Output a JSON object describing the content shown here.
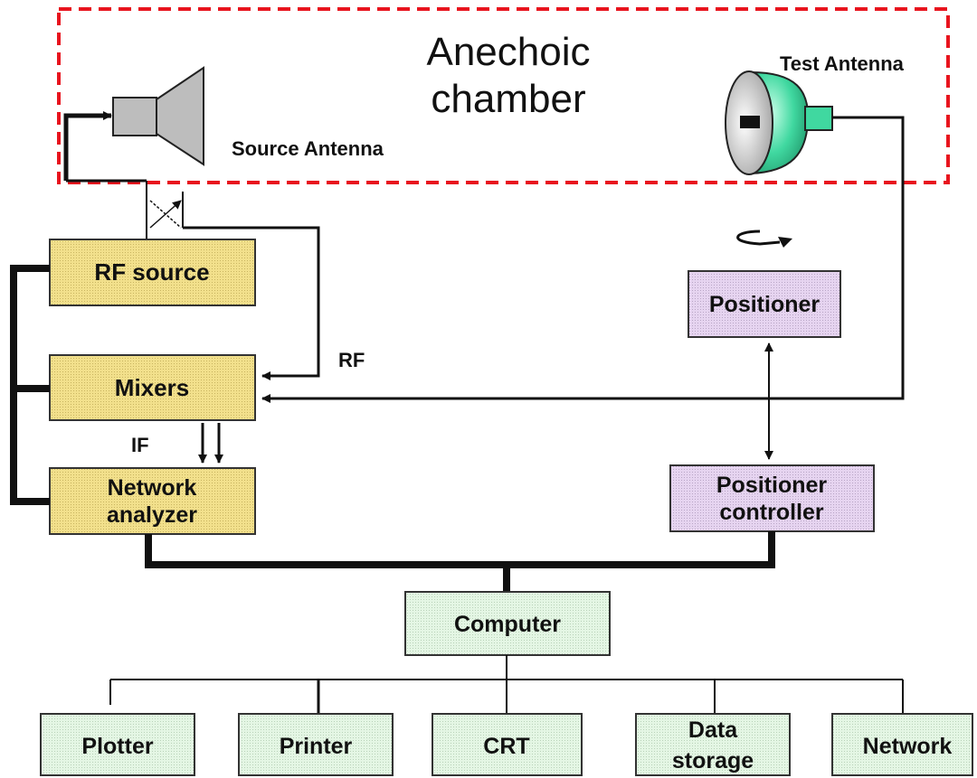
{
  "chamber": {
    "title_line1": "Anechoic",
    "title_line2": "chamber"
  },
  "antennas": {
    "source": "Source Antenna",
    "test": "Test Antenna"
  },
  "blocks": {
    "rf_source": "RF source",
    "mixers": "Mixers",
    "network_analyzer_line1": "Network",
    "network_analyzer_line2": "analyzer",
    "positioner": "Positioner",
    "positioner_controller_line1": "Positioner",
    "positioner_controller_line2": "controller",
    "computer": "Computer"
  },
  "peripherals": {
    "plotter": "Plotter",
    "printer": "Printer",
    "crt": "CRT",
    "data_storage_line1": "Data",
    "data_storage_line2": "storage",
    "network": "Network"
  },
  "signals": {
    "rf": "RF",
    "if": "IF"
  },
  "colors": {
    "chamber_border": "#e8141e",
    "yellow_block": "#f2e08c",
    "purple_block": "#e6d4f0",
    "green_block": "#e4f6e4",
    "antenna_green": "#40d8a0",
    "horn_gray": "#bdbdbd"
  }
}
